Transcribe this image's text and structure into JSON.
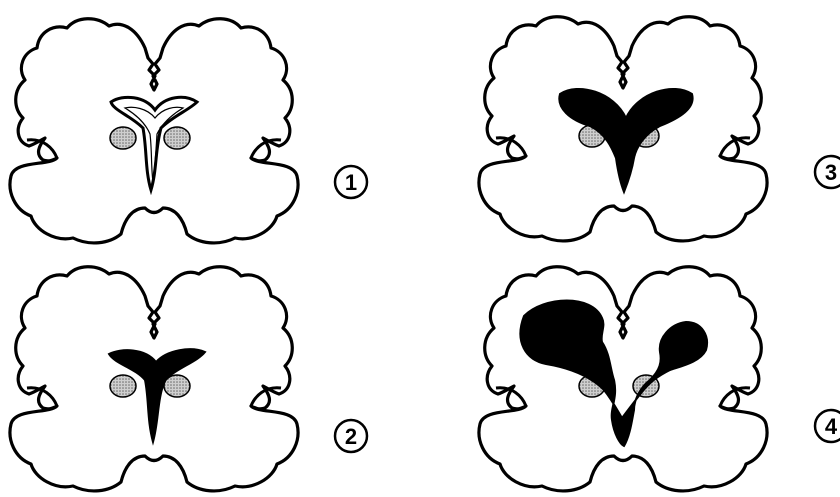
{
  "figure": {
    "panels": [
      {
        "label": "1",
        "ventricle_fill": "#ffffff",
        "hemorrhage": "none"
      },
      {
        "label": "2",
        "ventricle_fill": "#000000",
        "hemorrhage": "intraventricular"
      },
      {
        "label": "3",
        "ventricle_fill": "#000000",
        "hemorrhage": "intraventricular-dilated"
      },
      {
        "label": "4",
        "ventricle_fill": "#000000",
        "hemorrhage": "intraventricular-parenchymal"
      }
    ],
    "colors": {
      "outline": "#000000",
      "background": "#ffffff",
      "nucleus": "#9a9a9a",
      "blood": "#000000"
    }
  }
}
